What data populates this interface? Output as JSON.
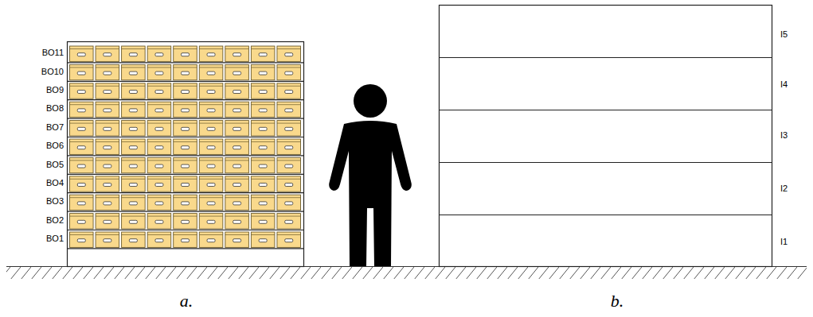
{
  "diagram": {
    "labels": [
      "BO11",
      "BO10",
      "BO9",
      "BO8",
      "BO7",
      "BO6",
      "BO5",
      "BO4",
      "BO3",
      "BO2",
      "BO1",
      "I5",
      "I4",
      "I3",
      "I2",
      "I1",
      "a.",
      "b."
    ]
  }
}
